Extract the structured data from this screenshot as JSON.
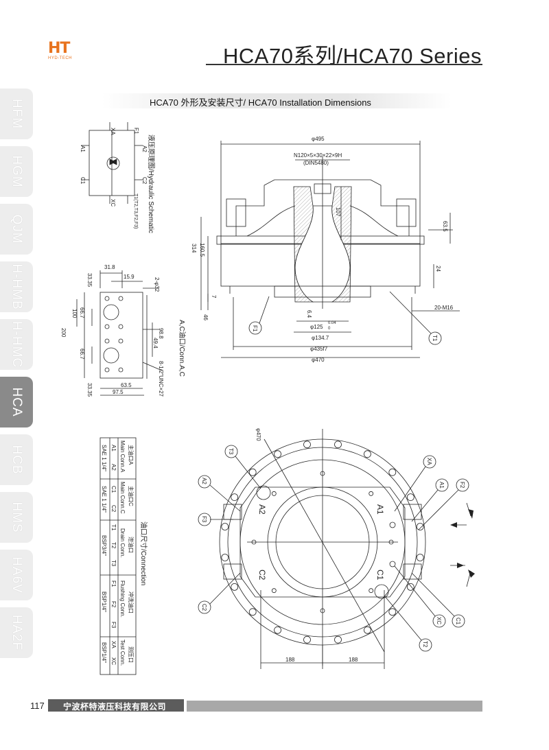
{
  "brand": {
    "logo_text": "HT",
    "logo_sub": "HYD-TECH"
  },
  "header": {
    "series_title": "HCA70系列/HCA70 Series"
  },
  "section": {
    "title": "HCA70 外形及安装尺寸/ HCA70 Installation Dimensions"
  },
  "side_tabs": [
    {
      "label": "HFM",
      "active": false
    },
    {
      "label": "HGM",
      "active": false
    },
    {
      "label": "QJM",
      "active": false
    },
    {
      "label": "H-HMB",
      "active": false
    },
    {
      "label": "H-HMC",
      "active": false
    },
    {
      "label": "HCA",
      "active": true
    },
    {
      "label": "HCB",
      "active": false
    },
    {
      "label": "HMS",
      "active": false
    },
    {
      "label": "HA6V",
      "active": false
    },
    {
      "label": "HA2F",
      "active": false
    }
  ],
  "schematic": {
    "caption": "液压原理图/Hydraulic Schematic",
    "ports_left": [
      "A1",
      "C1"
    ],
    "ports_top": [
      "XA",
      "F1"
    ],
    "ports_right": [
      "A2",
      "C2"
    ],
    "ports_bottom": [
      "XC",
      "T1(T2,T3,F2,F3)"
    ]
  },
  "port_block": {
    "caption": "A,C油口/Conn.A,C",
    "dims": [
      "31.8",
      "15.9",
      "33.35",
      "100",
      "66.7",
      "200",
      "66.7",
      "33.35",
      "2-φ32",
      "98.8",
      "49.4",
      "8-1/2\"UNC×27",
      "63.5",
      "97.5"
    ]
  },
  "side_view": {
    "dims": [
      "φ495",
      "N120×5×30×22×9H",
      "(DIN5480)",
      "107",
      "63.5",
      "314",
      "160.5",
      "24",
      "7",
      "46",
      "6.4",
      "20-M16",
      "φ125",
      "0.04",
      "0",
      "φ134.7",
      "φ435f7",
      "φ470"
    ],
    "callouts": [
      "F1",
      "T1"
    ]
  },
  "front_view": {
    "dims": [
      "φ470",
      "188",
      "188"
    ],
    "callouts": [
      "T3",
      "XA",
      "A2",
      "A1",
      "F2",
      "F3",
      "C2",
      "XC",
      "C1",
      "T2"
    ],
    "body_labels": [
      "A2",
      "A1",
      "C2",
      "C1"
    ]
  },
  "connection_table": {
    "caption": "油口尺寸/Connection",
    "groups": [
      {
        "zh": "主油口A",
        "en": "Main Conn.A",
        "ports": [
          "A1",
          "A2"
        ],
        "size": "SAE 1 1/4\""
      },
      {
        "zh": "主油口C",
        "en": "Main Conn.C",
        "ports": [
          "C1",
          "C2"
        ],
        "size": "SAE 1 1/4\""
      },
      {
        "zh": "泄油口",
        "en": "Drain Conn.",
        "ports": [
          "T1",
          "T2",
          "T3"
        ],
        "size": "BSP3/4\""
      },
      {
        "zh": "冲洗油口",
        "en": "Flushing Conn.",
        "ports": [
          "F1",
          "F2",
          "F3"
        ],
        "size": "BSP1/4\""
      },
      {
        "zh": "测压口",
        "en": "Test Conn.",
        "ports": [
          "XA",
          "XC"
        ],
        "size": "BSP1/4\""
      }
    ]
  },
  "footer": {
    "page_number": "117",
    "company": "宁波杯特液压科技有限公司"
  }
}
